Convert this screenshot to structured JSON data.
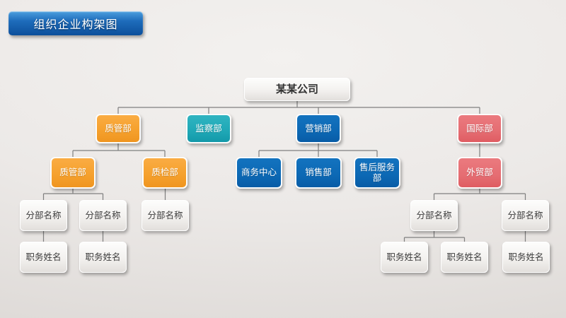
{
  "slide_title": "组织企业构架图",
  "colors": {
    "ribbon_top": "#4C9FDE",
    "ribbon_bottom": "#0C4F9B",
    "orange": "#F5A02C",
    "teal": "#1FA8B6",
    "blue": "#0C68B4",
    "red": "#E56D72",
    "connector": "#7F7F7F",
    "background_top": "#F3F1EF",
    "background_bottom": "#DDD9D6"
  },
  "org": {
    "root": "某某公司",
    "level2": [
      "质管部",
      "监察部",
      "营销部",
      "国际部"
    ],
    "level3": [
      "质管部",
      "质检部",
      "商务中心",
      "销售部",
      "售后服务部",
      "外贸部"
    ],
    "level4": [
      "分部名称",
      "分部名称",
      "分部名称",
      "分部名称",
      "分部名称"
    ],
    "level5": [
      "职务姓名",
      "职务姓名",
      "职务姓名",
      "职务姓名",
      "职务姓名"
    ]
  }
}
